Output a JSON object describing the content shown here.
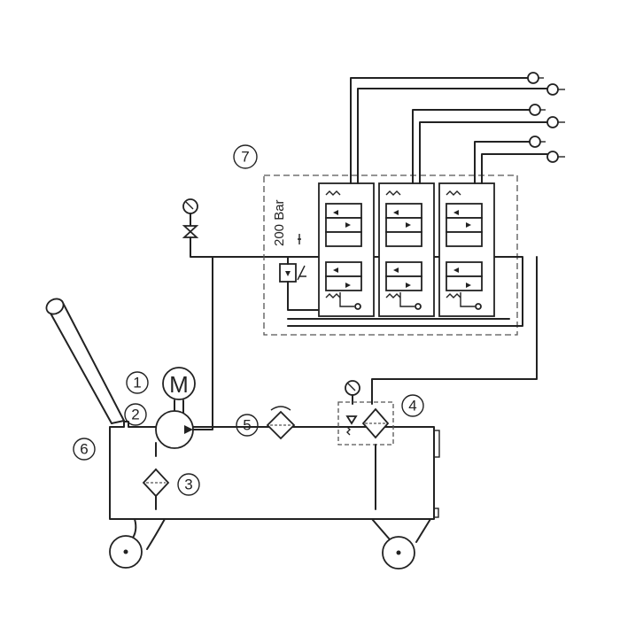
{
  "diagram": {
    "callouts": [
      "1",
      "2",
      "3",
      "4",
      "5",
      "6",
      "7"
    ],
    "pressure_label": "200 Bar",
    "motor_label": "M"
  }
}
